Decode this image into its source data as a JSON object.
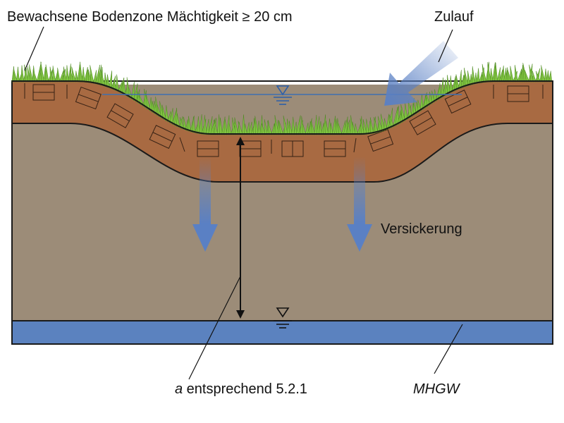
{
  "labels": {
    "soil_zone": "Bewachsene Bodenzone Mächtigkeit ≥ 20 cm",
    "inflow": "Zulauf",
    "infiltration": "Versickerung",
    "distance_var": "a",
    "distance_text": " entsprechend  5.2.1",
    "groundwater": "MHGW"
  },
  "colors": {
    "topsoil": "#a86a42",
    "subsoil": "#9c8c78",
    "groundwater": "#5b82bf",
    "grass": "#7fc241",
    "arrow": "#5a80c4",
    "water_line": "#3e6fb0"
  }
}
